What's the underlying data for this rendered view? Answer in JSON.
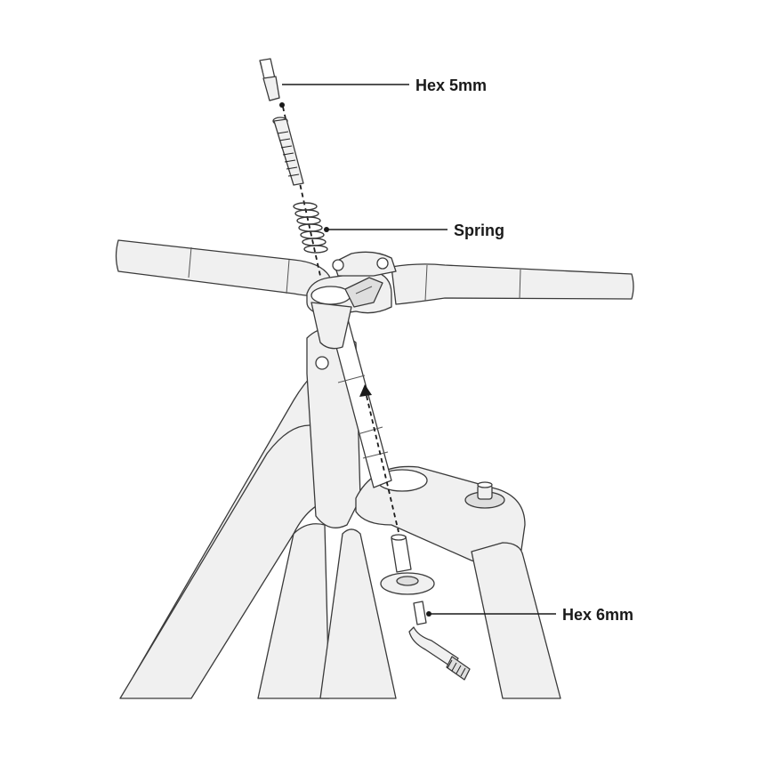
{
  "callouts": {
    "hex_5mm": "Hex 5mm",
    "spring": "Spring",
    "hex_6mm": "Hex 6mm"
  },
  "colors": {
    "line": "#3a3a3a",
    "fill": "#f0f0f0",
    "label": "#1a1a1a",
    "background": "#ffffff"
  }
}
